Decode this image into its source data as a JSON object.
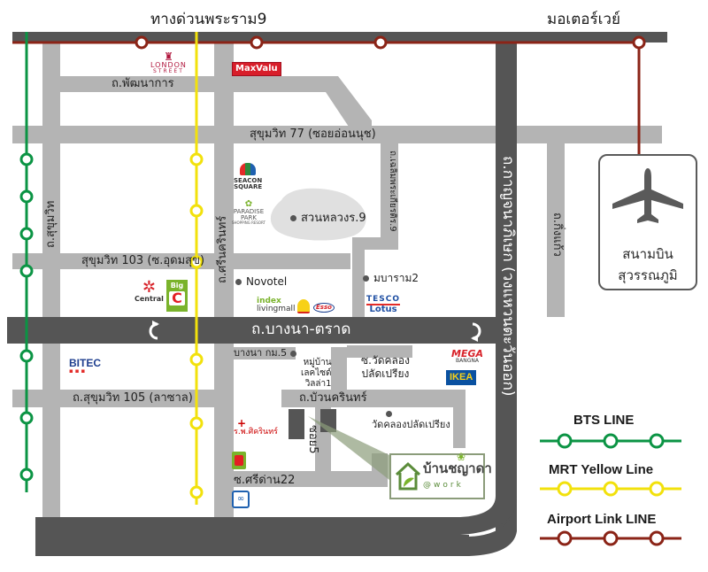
{
  "roads": {
    "expressway": "ทางด่วนพระราม9",
    "motorway": "มอเตอร์เวย์",
    "phatthanakan": "ถ.พัฒนาการ",
    "sukhumvit77": "สุขุมวิท 77 (ซอยอ่อนนุช)",
    "sukhumvit103": "สุขุมวิท 103 (ซ.อุดมสุข)",
    "bangna_trat": "ถ.บางนา-ตราด",
    "sukhumvit105": "ถ.สุขุมวิท 105 (ลาซาล)",
    "sukhumvit": "ถ.สุขุมวิท",
    "srinakarin": "ถ.ศรีนครินทร์",
    "chaloem_phrakiat": "ถ.เฉลิมพระเกียรติร.9",
    "king_kaeo": "ถ.กิ่งแก้ว",
    "kanchanaphisek": "ถ.กาญจนาภิเษก (วงแหวนตะวันออก)",
    "bunsrinakarin": "ถ.บัวนครินทร์",
    "soi_sridan22": "ซ.ศรีด่าน22",
    "soi5": "ซอย5"
  },
  "places": {
    "park": "สวนหลวงร.9",
    "novotel": "Novotel",
    "bangna_km5": "บางนา กม.5",
    "village": [
      "หมู่บ้าน",
      "เลคไซด์",
      "วิลล่า1"
    ],
    "soi_wat": [
      "ซ.วัดคลอง",
      "ปลัดเปรียง"
    ],
    "wat": "วัดคลองปลัดเปรียง",
    "bangna_hospital": "ร.พ.ศิครินทร์",
    "mabaram2": "มบาราม2"
  },
  "logos": {
    "london_street": [
      "LONDON",
      "STREET"
    ],
    "maxvalu": "MaxValu",
    "seacon": [
      "SEACON",
      "SQUARE"
    ],
    "paradise": [
      "PARADISE",
      "PARK",
      "SHOPPING RESORT"
    ],
    "central": "Central",
    "bigc": [
      "Big",
      "C"
    ],
    "index": [
      "index",
      "livingmall"
    ],
    "shell": "Shell",
    "esso": "Esso",
    "tesco": [
      "TESCO",
      "Lotus"
    ],
    "bitec": "BITEC",
    "mega": [
      "MEGA",
      "BANGNA"
    ],
    "ikea": "IKEA"
  },
  "airport": {
    "name": [
      "สนามบิน",
      "สุวรรณภูมิ"
    ],
    "icon": "airplane-icon"
  },
  "destination": {
    "name": "บ้านชญาดา",
    "sub": "@work"
  },
  "legend": {
    "items": [
      {
        "label": "BTS LINE",
        "color": "#0b9444"
      },
      {
        "label": "MRT Yellow Line",
        "color": "#f2e10c"
      },
      {
        "label": "Airport Link LINE",
        "color": "#8b2417"
      }
    ]
  },
  "colors": {
    "road": "#b4b4b4",
    "major_road": "#555555",
    "bts": "#0b9444",
    "mrt_yellow": "#f2e10c",
    "airport_link": "#8b2417",
    "park": "#e0e0e0"
  }
}
